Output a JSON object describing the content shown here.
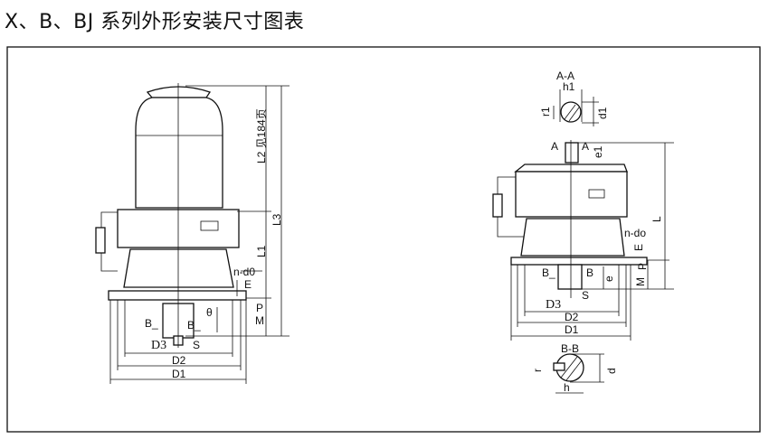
{
  "title": "X、B、BJ 系列外形安装尺寸图表",
  "left_view": {
    "L2": "L2 见184页",
    "L3": "L3",
    "L1": "L1",
    "n_d0": "n-d0",
    "E": "E",
    "M": "M",
    "P": "P",
    "B_left": "B_",
    "B_right": "B_",
    "theta": "θ",
    "D3": "D3",
    "S": "S",
    "D2": "D2",
    "D1_inner": "D2",
    "D1": "D1"
  },
  "right_view": {
    "AA": "A-A",
    "h1": "h1",
    "r1": "r1",
    "d1": "d1",
    "A_left": "A",
    "A_right": "A",
    "e1": "e1",
    "L": "L",
    "n_do": "n-do",
    "E": "E",
    "M": "M",
    "P": "P",
    "B_left": "B_",
    "B_right": "B",
    "e": "e",
    "D3": "D3",
    "S": "S",
    "D2": "D2",
    "D1": "D1",
    "BB": "B-B",
    "r": "r",
    "d": "d",
    "h": "h"
  }
}
